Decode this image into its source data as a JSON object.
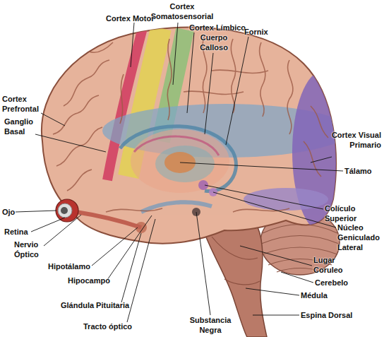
{
  "diagram": {
    "labels": [
      "Cortex Somatosensorial",
      "Cortex Motor",
      "Cortex Límbico",
      "Fornix",
      "Cuerpo Calloso",
      "Cortex Prefrontal",
      "Ganglio Basal",
      "Cortex Visual Primario",
      "Tálamo",
      "Colículo Superior",
      "Ojo",
      "Núcleo Geniculado Lateral",
      "Retina",
      "Nervio Óptico",
      "Lugar Coruleo",
      "Hipotálamo",
      "Hipocampo",
      "Cerebelo",
      "Médula",
      "Glándula Pituitaria",
      "Espina Dorsal",
      "Substancia Negra",
      "Tracto óptico"
    ]
  }
}
